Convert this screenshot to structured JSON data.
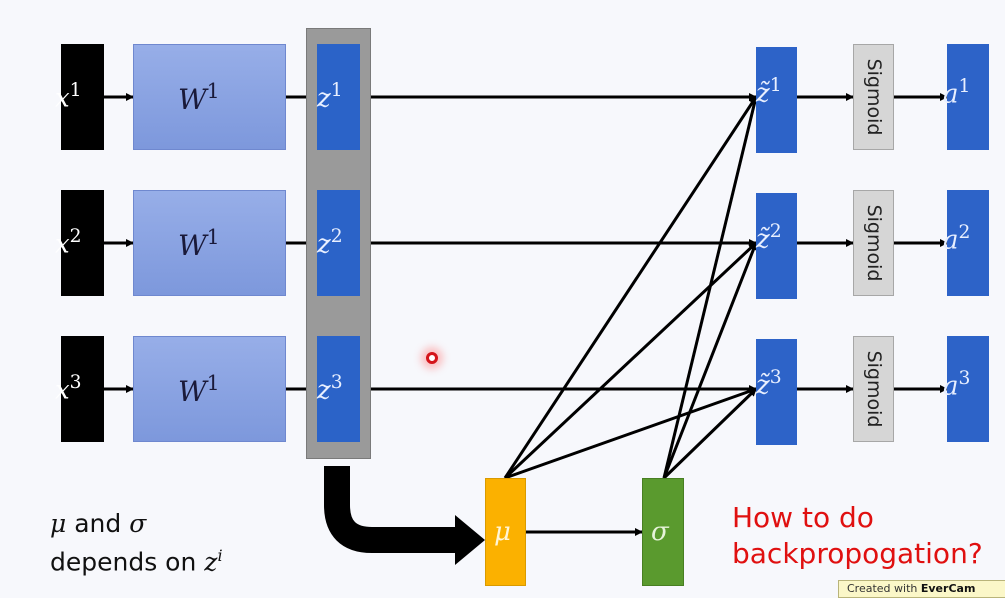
{
  "diagram": {
    "rows": [
      {
        "input": {
          "base": "x",
          "sup": "1"
        },
        "weight": {
          "base": "W",
          "sup": "1"
        },
        "z": {
          "base": "z",
          "sup": "1"
        },
        "z_tilde": {
          "base": "z̃",
          "sup": "1"
        },
        "activation_fn": "Sigmoid",
        "output": {
          "base": "a",
          "sup": "1"
        }
      },
      {
        "input": {
          "base": "x",
          "sup": "2"
        },
        "weight": {
          "base": "W",
          "sup": "1"
        },
        "z": {
          "base": "z",
          "sup": "2"
        },
        "z_tilde": {
          "base": "z̃",
          "sup": "2"
        },
        "activation_fn": "Sigmoid",
        "output": {
          "base": "a",
          "sup": "2"
        }
      },
      {
        "input": {
          "base": "x",
          "sup": "3"
        },
        "weight": {
          "base": "W",
          "sup": "1"
        },
        "z": {
          "base": "z",
          "sup": "3"
        },
        "z_tilde": {
          "base": "z̃",
          "sup": "3"
        },
        "activation_fn": "Sigmoid",
        "output": {
          "base": "a",
          "sup": "3"
        }
      }
    ],
    "mean_node": {
      "label": "μ",
      "color": "#fbb100"
    },
    "std_node": {
      "label": "σ",
      "color": "#5a9a2e"
    },
    "colors": {
      "input": "#000000",
      "weight": "#8aa3e2",
      "z": "#2b63c8",
      "z_group": "#9a9a9a",
      "sigmoid": "#d6d6d6",
      "question": "#e01010"
    },
    "edges": [
      {
        "from": "x1",
        "to": "W1"
      },
      {
        "from": "W1",
        "to": "z1"
      },
      {
        "from": "z1",
        "to": "zt1"
      },
      {
        "from": "zt1",
        "to": "sig1"
      },
      {
        "from": "sig1",
        "to": "a1"
      },
      {
        "from": "x2",
        "to": "W2"
      },
      {
        "from": "W2",
        "to": "z2"
      },
      {
        "from": "z2",
        "to": "zt2"
      },
      {
        "from": "zt2",
        "to": "sig2"
      },
      {
        "from": "sig2",
        "to": "a2"
      },
      {
        "from": "x3",
        "to": "W3"
      },
      {
        "from": "W3",
        "to": "z3"
      },
      {
        "from": "z3",
        "to": "zt3"
      },
      {
        "from": "zt3",
        "to": "sig3"
      },
      {
        "from": "sig3",
        "to": "a3"
      },
      {
        "from": "zgroup",
        "to": "mu"
      },
      {
        "from": "mu",
        "to": "sigma"
      },
      {
        "from": "mu",
        "to": "zt1"
      },
      {
        "from": "mu",
        "to": "zt2"
      },
      {
        "from": "mu",
        "to": "zt3"
      },
      {
        "from": "sigma",
        "to": "zt1"
      },
      {
        "from": "sigma",
        "to": "zt2"
      },
      {
        "from": "sigma",
        "to": "zt3"
      }
    ]
  },
  "note": {
    "mu": "μ",
    "and": " and ",
    "sigma": "σ",
    "line2_text": "depends on ",
    "z": "z",
    "z_sup": "i"
  },
  "question": {
    "line1": "How to do",
    "line2": "backpropogation?"
  },
  "watermark": {
    "prefix": "Created with ",
    "brand": "EverCam"
  }
}
